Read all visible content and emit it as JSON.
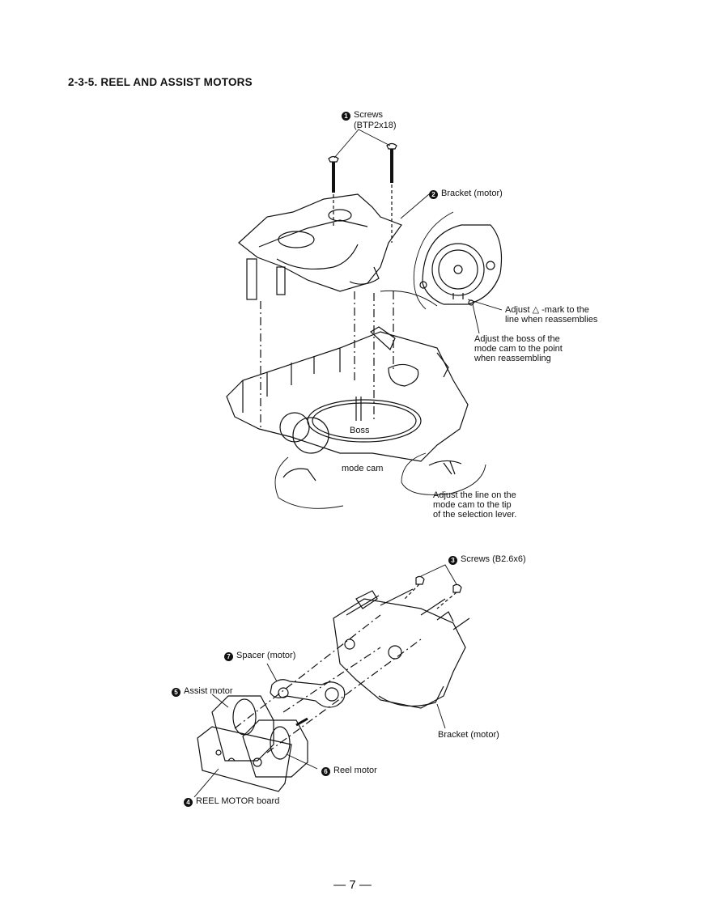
{
  "section": {
    "title": "2-3-5.  REEL AND ASSIST MOTORS"
  },
  "top_diagram": {
    "callouts": {
      "screws_num": "1",
      "screws": "Screws",
      "screws_spec": "(BTP2x18)",
      "bracket_num": "2",
      "bracket": "Bracket (motor)",
      "adjust_mark": "Adjust △ -mark to the",
      "adjust_mark_2": "line when reassemblies",
      "adjust_boss": "Adjust the boss of the",
      "adjust_boss_2": "mode cam to the point",
      "adjust_boss_3": "when reassembling",
      "boss": "Boss",
      "mode_cam": "mode cam",
      "adjust_line": "Adjust the line on the",
      "adjust_line_2": "mode cam to the tip",
      "adjust_line_3": "of the selection lever."
    }
  },
  "bottom_diagram": {
    "callouts": {
      "screws_num": "3",
      "screws": "Screws (B2.6x6)",
      "spacer_num": "7",
      "spacer": "Spacer (motor)",
      "assist_num": "5",
      "assist": "Assist motor",
      "bracket": "Bracket (motor)",
      "reel_num": "6",
      "reel": "Reel motor",
      "board_num": "4",
      "board": "REEL MOTOR board"
    }
  },
  "footer": {
    "page": "— 7 —"
  }
}
